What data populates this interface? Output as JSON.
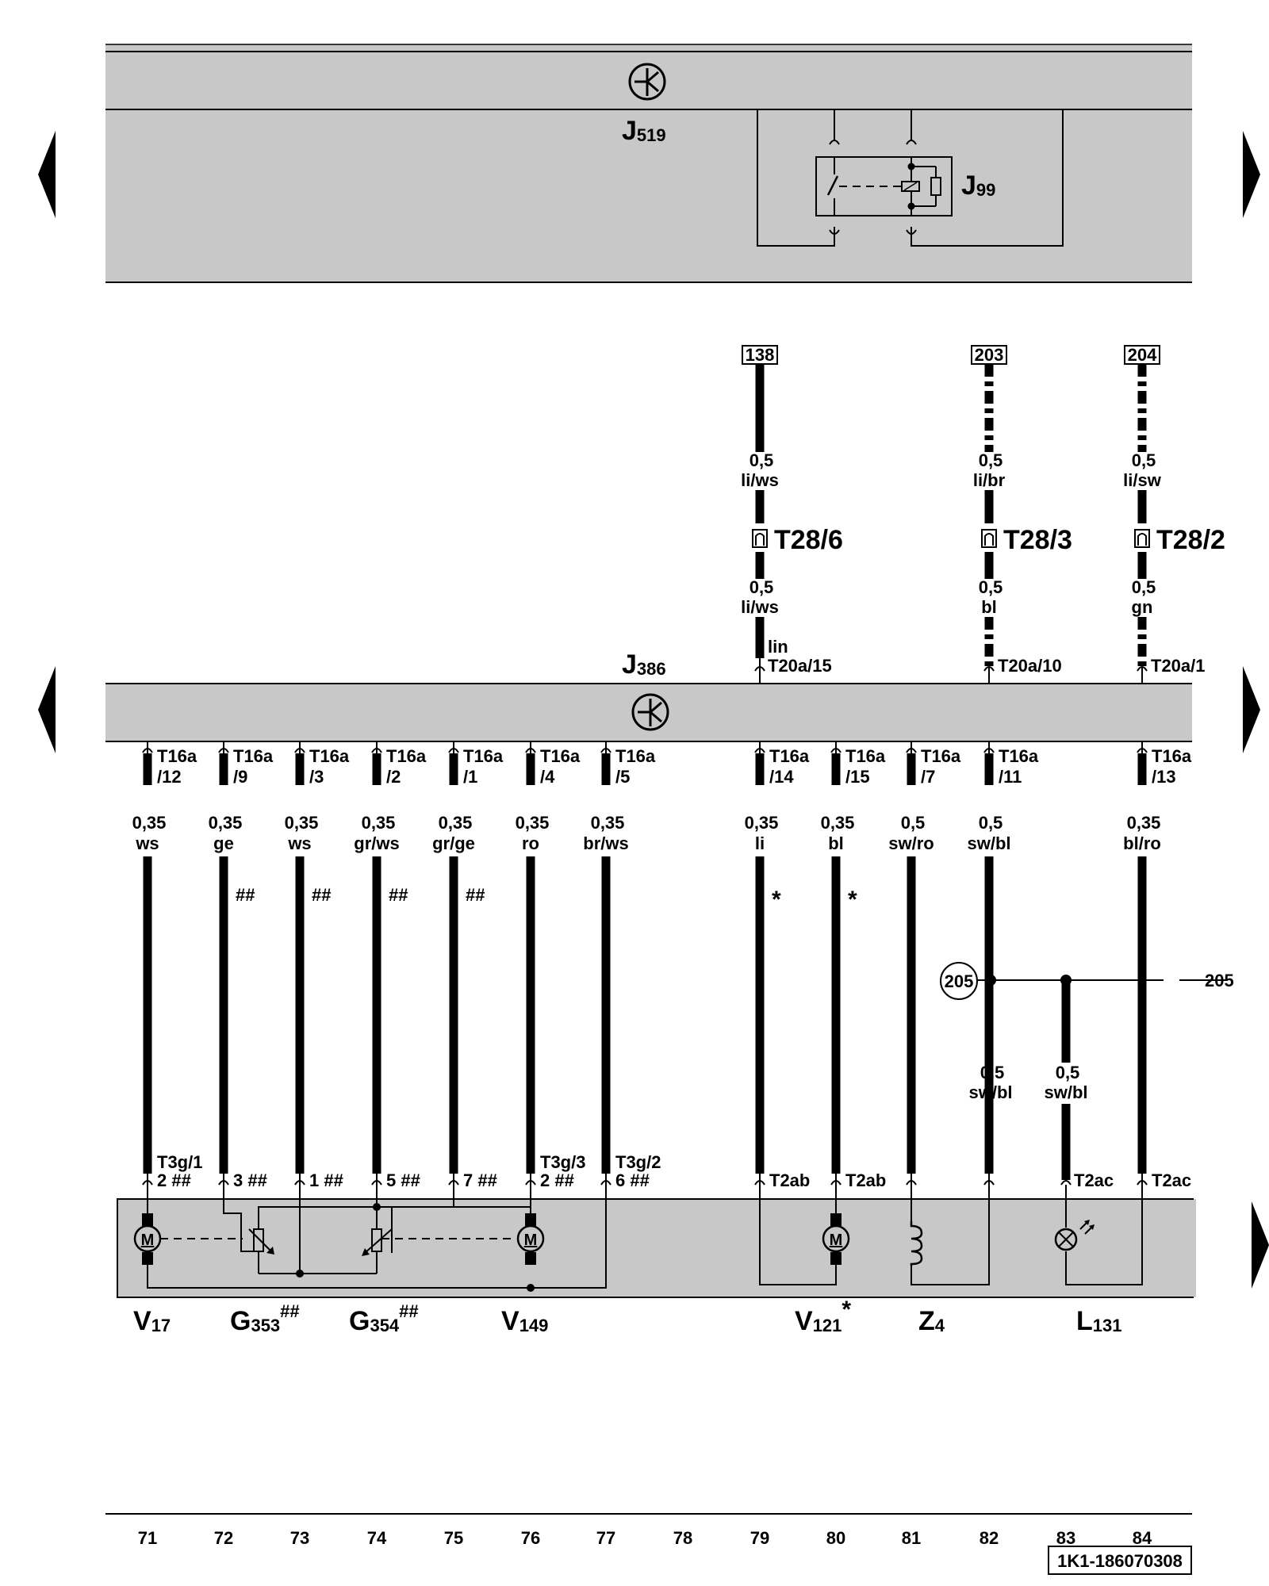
{
  "modules": {
    "j519": {
      "letter": "J",
      "sub": "519"
    },
    "j99": {
      "letter": "J",
      "sub": "99"
    },
    "j386": {
      "letter": "J",
      "sub": "386"
    }
  },
  "refs": [
    "138",
    "203",
    "204"
  ],
  "top_wires": [
    {
      "ref": "138",
      "size_a": "0,5",
      "color_a": "li/ws",
      "conn": "T28/6",
      "size_b": "0,5",
      "color_b": "li/ws",
      "extra": "lin",
      "pin": "T20a/15"
    },
    {
      "ref": "203",
      "size_a": "0,5",
      "color_a": "li/br",
      "conn": "T28/3",
      "size_b": "0,5",
      "color_b": "bl",
      "extra": "",
      "pin": "T20a/10"
    },
    {
      "ref": "204",
      "size_a": "0,5",
      "color_a": "li/sw",
      "conn": "T28/2",
      "size_b": "0,5",
      "color_b": "gn",
      "extra": "",
      "pin": "T20a/1"
    }
  ],
  "wires": [
    {
      "col": "71",
      "pin_top": "T16a",
      "pin_bot": "/12",
      "size": "0,35",
      "color": "ws",
      "mark": "",
      "lower_a": "T3g/1",
      "lower_b": "2 ##"
    },
    {
      "col": "72",
      "pin_top": "T16a",
      "pin_bot": "/9",
      "size": "0,35",
      "color": "ge",
      "mark": "##",
      "lower_a": "",
      "lower_b": "3 ##"
    },
    {
      "col": "73",
      "pin_top": "T16a",
      "pin_bot": "/3",
      "size": "0,35",
      "color": "ws",
      "mark": "##",
      "lower_a": "",
      "lower_b": "1 ##"
    },
    {
      "col": "74",
      "pin_top": "T16a",
      "pin_bot": "/2",
      "size": "0,35",
      "color": "gr/ws",
      "mark": "##",
      "lower_a": "",
      "lower_b": "5 ##"
    },
    {
      "col": "75",
      "pin_top": "T16a",
      "pin_bot": "/1",
      "size": "0,35",
      "color": "gr/ge",
      "mark": "##",
      "lower_a": "",
      "lower_b": "7 ##"
    },
    {
      "col": "76",
      "pin_top": "T16a",
      "pin_bot": "/4",
      "size": "0,35",
      "color": "ro",
      "mark": "",
      "lower_a": "T3g/3",
      "lower_b": "2 ##"
    },
    {
      "col": "77",
      "pin_top": "T16a",
      "pin_bot": "/5",
      "size": "0,35",
      "color": "br/ws",
      "mark": "",
      "lower_a": "T3g/2",
      "lower_b": "6 ##"
    },
    {
      "col": "79",
      "pin_top": "T16a",
      "pin_bot": "/14",
      "size": "0,35",
      "color": "li",
      "mark": "*",
      "lower_a": "",
      "lower_b": "T2ab"
    },
    {
      "col": "80",
      "pin_top": "T16a",
      "pin_bot": "/15",
      "size": "0,35",
      "color": "bl",
      "mark": "*",
      "lower_a": "",
      "lower_b": "T2ab"
    },
    {
      "col": "81",
      "pin_top": "T16a",
      "pin_bot": "/7",
      "size": "0,5",
      "color": "sw/ro",
      "mark": "",
      "lower_a": "",
      "lower_b": ""
    },
    {
      "col": "82",
      "pin_top": "T16a",
      "pin_bot": "/11",
      "size": "0,5",
      "color": "sw/bl",
      "mark": "",
      "lower_a": "",
      "lower_b": ""
    },
    {
      "col": "84",
      "pin_top": "T16a",
      "pin_bot": "/13",
      "size": "0,35",
      "color": "bl/ro",
      "mark": "",
      "lower_a": "",
      "lower_b": "T2ac"
    }
  ],
  "lower_wires": [
    {
      "size": "0,5",
      "color": "sw/bl"
    },
    {
      "size": "0,5",
      "color": "sw/bl"
    }
  ],
  "lower_pin_83": "T2ac",
  "node": {
    "circle": "205",
    "side": "205"
  },
  "components": [
    {
      "letter": "V",
      "sub": "17",
      "sup": ""
    },
    {
      "letter": "G",
      "sub": "353",
      "sup": "##"
    },
    {
      "letter": "G",
      "sub": "354",
      "sup": "##"
    },
    {
      "letter": "V",
      "sub": "149",
      "sup": ""
    },
    {
      "letter": "V",
      "sub": "121",
      "sup": "*"
    },
    {
      "letter": "Z",
      "sub": "4",
      "sup": ""
    },
    {
      "letter": "L",
      "sub": "131",
      "sup": ""
    }
  ],
  "columns": [
    "71",
    "72",
    "73",
    "74",
    "75",
    "76",
    "77",
    "78",
    "79",
    "80",
    "81",
    "82",
    "83",
    "84"
  ],
  "motor_symbol": "M",
  "doc_id": "1K1-186070308",
  "colors": {
    "module_fill": "#c8c8c8",
    "ink": "#000000"
  }
}
